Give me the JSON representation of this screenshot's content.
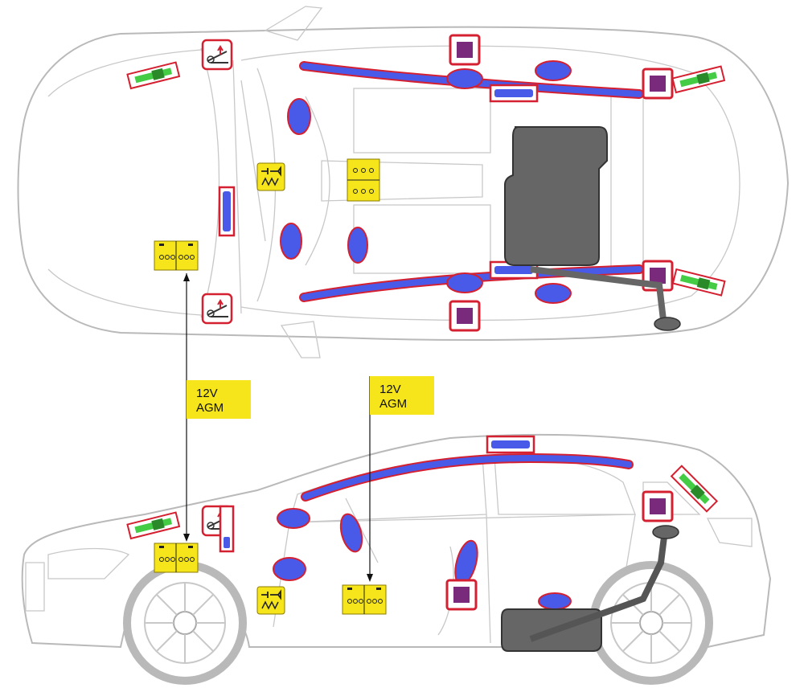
{
  "callouts": [
    {
      "id": "battery-callout-front",
      "line1": "12V",
      "line2": "AGM"
    },
    {
      "id": "battery-callout-rear",
      "line1": "12V",
      "line2": "AGM"
    }
  ],
  "colors": {
    "curtain_airbag": "#4a5ae8",
    "highlight_border": "#d42030",
    "sensor_square": "#7a2a7a",
    "gas_generator": "#44cc44",
    "battery_yellow": "#f5e51a",
    "fuel_tank": "#666666",
    "body_outline": "#b9b9b9"
  },
  "icons": [
    "battery-icon",
    "airbag-module-icon",
    "seat-belt-tensioner-icon",
    "active-bonnet-icon",
    "crash-sensor-icon",
    "gas-generator-icon",
    "fuel-tank-icon"
  ]
}
